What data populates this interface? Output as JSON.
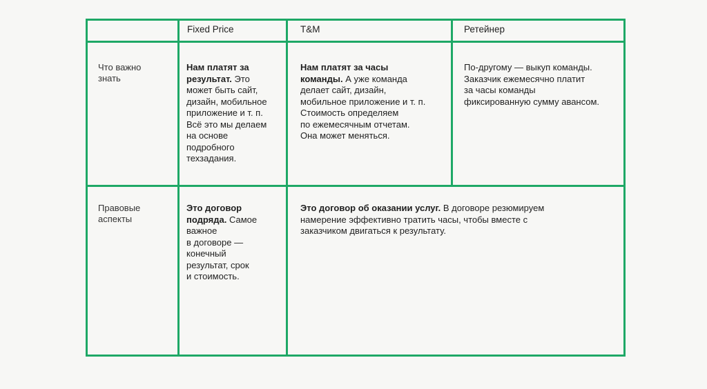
{
  "header": {
    "col_fixed": "Fixed Price",
    "col_tm": "T&M",
    "col_retainer": "Ретейнер"
  },
  "rows": [
    {
      "label": "Что важно\nзнать",
      "fixed_bold": "Нам платят за\nрезультат.",
      "fixed_text": " Это\nможет быть сайт,\nдизайн, мобильное\nприложение и т. п.\nВсё это мы делаем\nна основе\nподробного\nтехзадания.",
      "tm_bold": "Нам платят за часы\nкоманды.",
      "tm_text": " А уже команда\nделает сайт, дизайн,\nмобильное приложение и т. п.\nСтоимость определяем\nпо ежемесячным отчетам.\nОна может меняться.",
      "retainer_text": "По-другому — выкуп команды.\nЗаказчик ежемесячно платит\nза часы команды\nфиксированную сумму авансом."
    },
    {
      "label": "Правовые\nаспекты",
      "fixed_bold": "Это договор\nподряда.",
      "fixed_text": "  Самое\nважное\nв договоре —\nконечный\nрезультат, срок\nи стоимость.",
      "merged_bold": "Это договор об оказании услуг.",
      "merged_text": " В договоре резюмируем\nнамерение эффективно тратить часы, чтобы вместе с\nзаказчиком двигаться к результату."
    }
  ]
}
